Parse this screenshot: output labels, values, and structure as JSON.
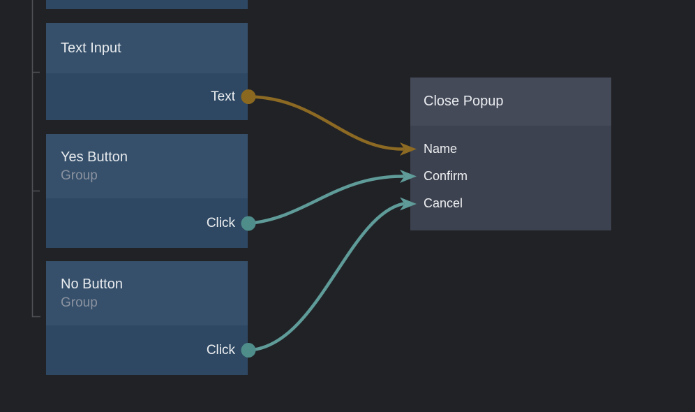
{
  "nodes": {
    "text_input": {
      "title": "Text Input",
      "outputs": [
        {
          "label": "Text",
          "wire": "gold"
        }
      ]
    },
    "yes_button": {
      "title": "Yes Button",
      "subtitle": "Group",
      "outputs": [
        {
          "label": "Click",
          "wire": "teal"
        }
      ]
    },
    "no_button": {
      "title": "No Button",
      "subtitle": "Group",
      "outputs": [
        {
          "label": "Click",
          "wire": "teal"
        }
      ]
    },
    "close_popup": {
      "title": "Close Popup",
      "inputs": [
        {
          "label": "Name"
        },
        {
          "label": "Confirm"
        },
        {
          "label": "Cancel"
        }
      ]
    }
  },
  "connections": [
    {
      "from": "text_input.Text",
      "to": "close_popup.Name",
      "color": "gold"
    },
    {
      "from": "yes_button.Click",
      "to": "close_popup.Confirm",
      "color": "teal"
    },
    {
      "from": "no_button.Click",
      "to": "close_popup.Cancel",
      "color": "teal"
    }
  ],
  "colors": {
    "background": "#212226",
    "node_header": "#36506b",
    "node_body": "#2e4863",
    "popup_header": "#454a59",
    "popup_body": "#3d4250",
    "wire_gold": "#8d6a23",
    "port_gold": "#8a681f",
    "wire_teal": "#5f9c99",
    "port_teal": "#4f8d8b",
    "title_text": "#e8ebee",
    "subtitle_text": "#8a92a0",
    "port_text": "#eef0f2",
    "tree_line": "#505156"
  }
}
